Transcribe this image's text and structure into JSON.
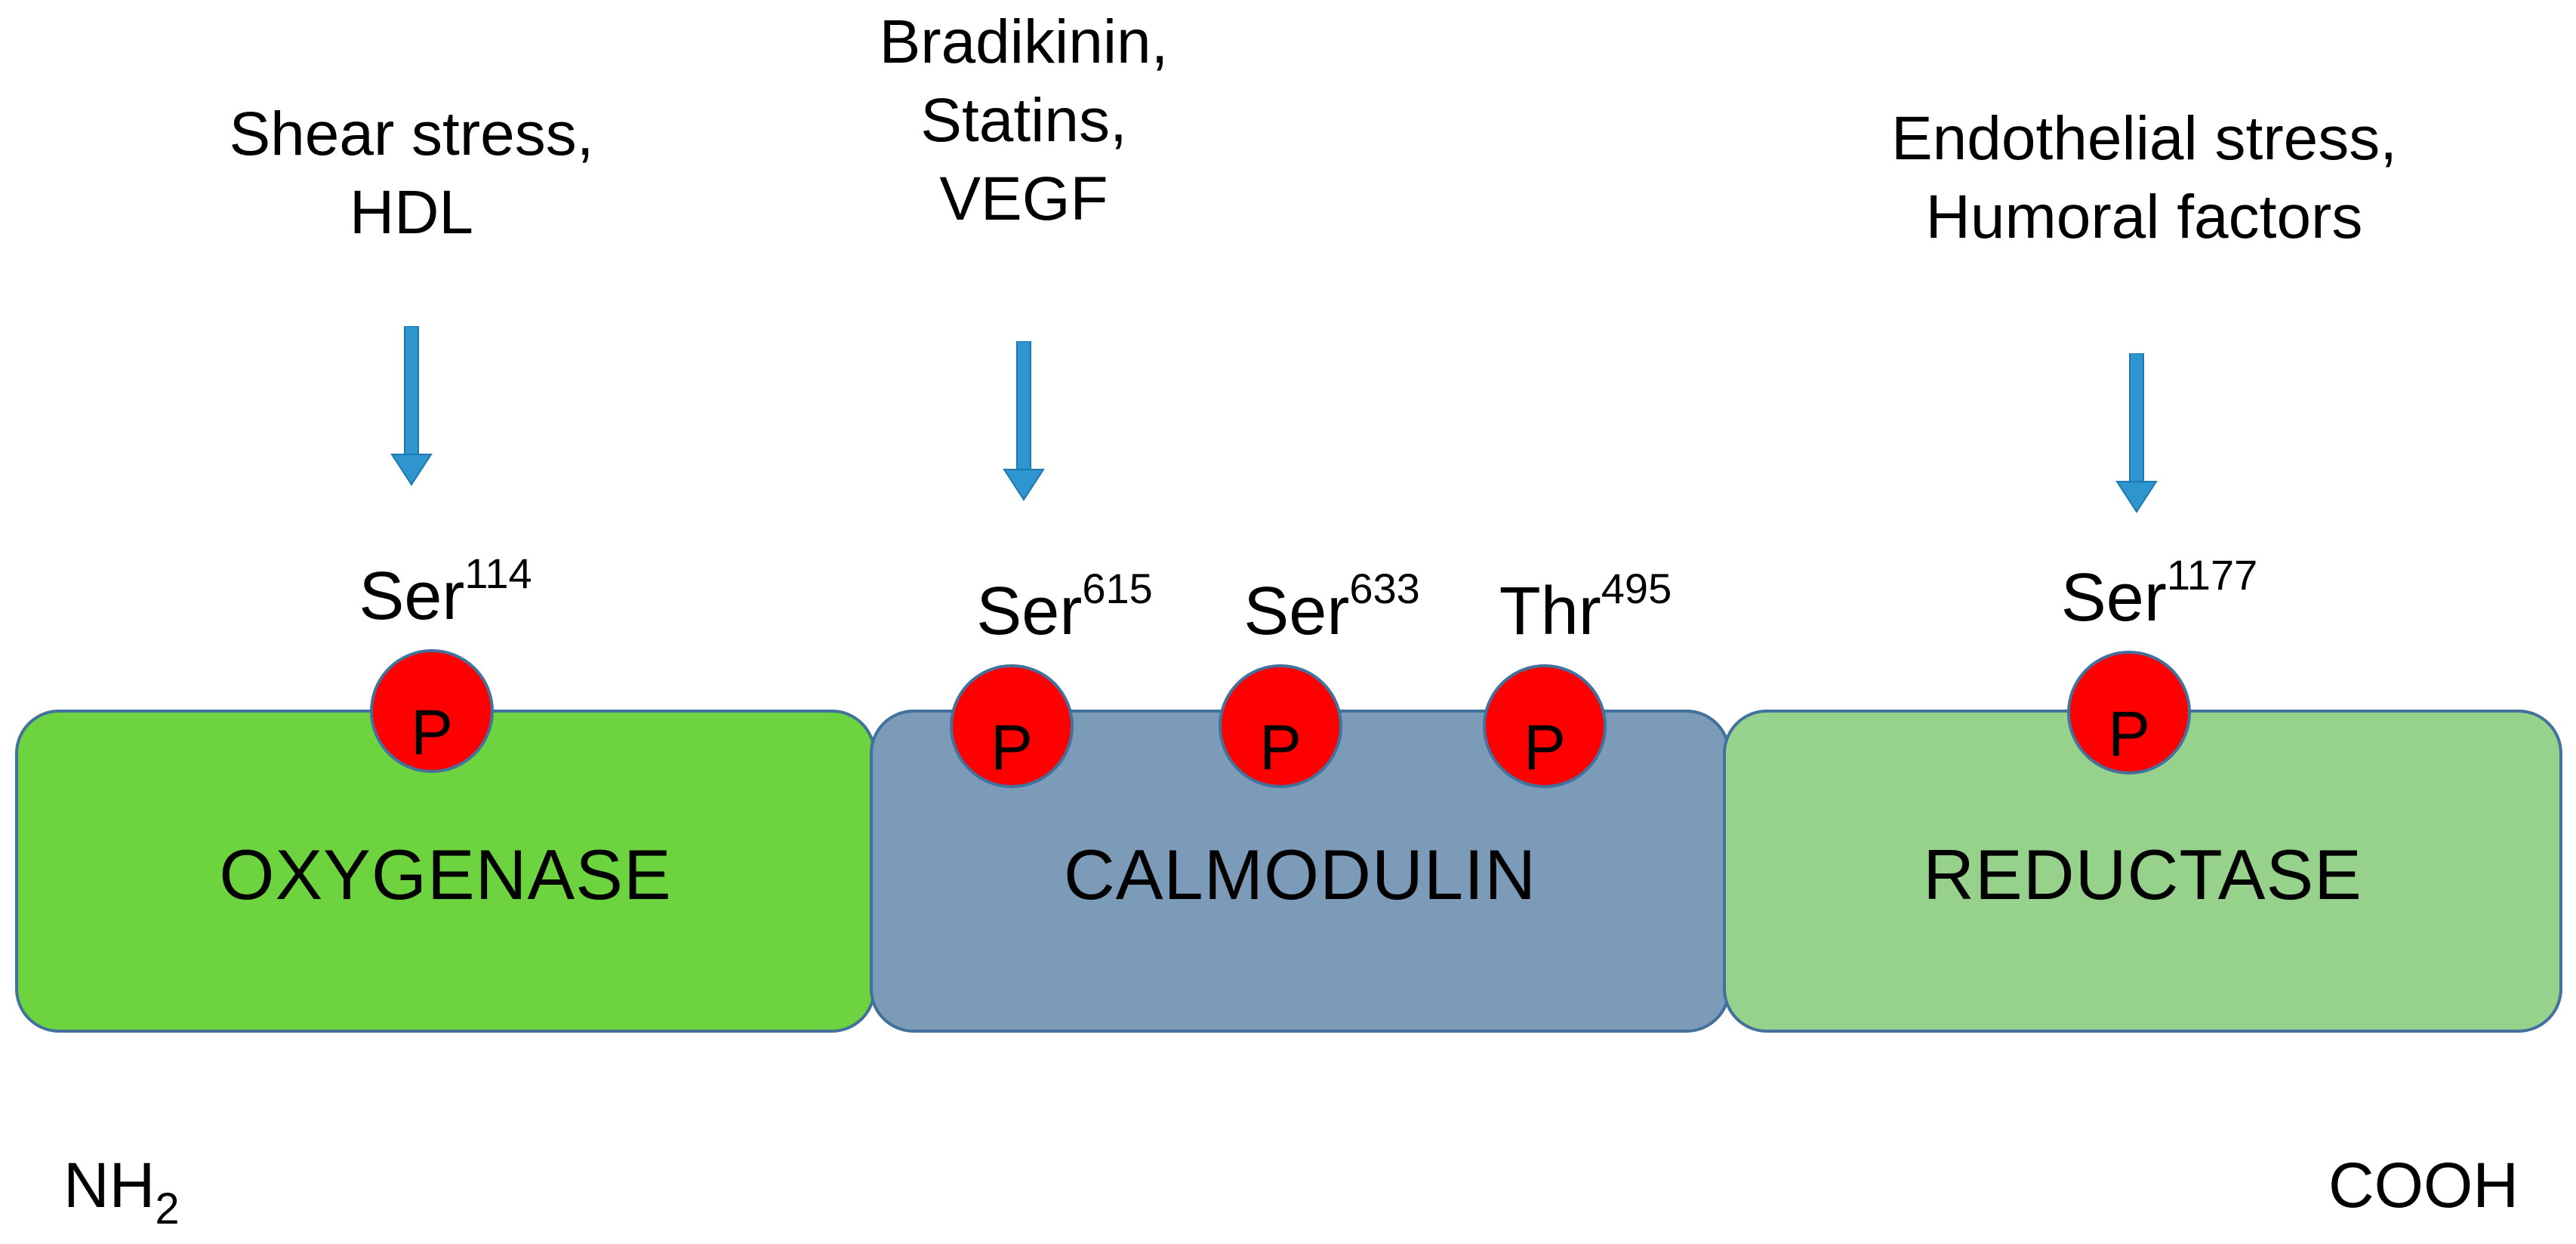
{
  "stimuli": [
    {
      "id": "oxygenase-stimuli",
      "lines": [
        "Shear stress,",
        "HDL"
      ]
    },
    {
      "id": "calmodulin-stimuli",
      "lines": [
        "Bradikinin,",
        "Statins,",
        "VEGF"
      ]
    },
    {
      "id": "reductase-stimuli",
      "lines": [
        "Endothelial stress,",
        "Humoral factors"
      ]
    }
  ],
  "sites": [
    {
      "residue": "Ser",
      "number": "114"
    },
    {
      "residue": "Ser",
      "number": "615"
    },
    {
      "residue": "Ser",
      "number": "633"
    },
    {
      "residue": "Thr",
      "number": "495"
    },
    {
      "residue": "Ser",
      "number": "1177"
    }
  ],
  "phospho_label": "P",
  "domains": [
    {
      "label": "OXYGENASE",
      "color": "#6dd43f"
    },
    {
      "label": "CALMODULIN",
      "color": "#7b9bb8"
    },
    {
      "label": "REDUCTASE",
      "color": "#96d28b"
    }
  ],
  "termini": {
    "n_base": "NH",
    "n_sub": "2",
    "c": "COOH"
  },
  "colors": {
    "arrow": "#2e95cf",
    "phospho": "#ff0000",
    "border": "#41719c"
  }
}
